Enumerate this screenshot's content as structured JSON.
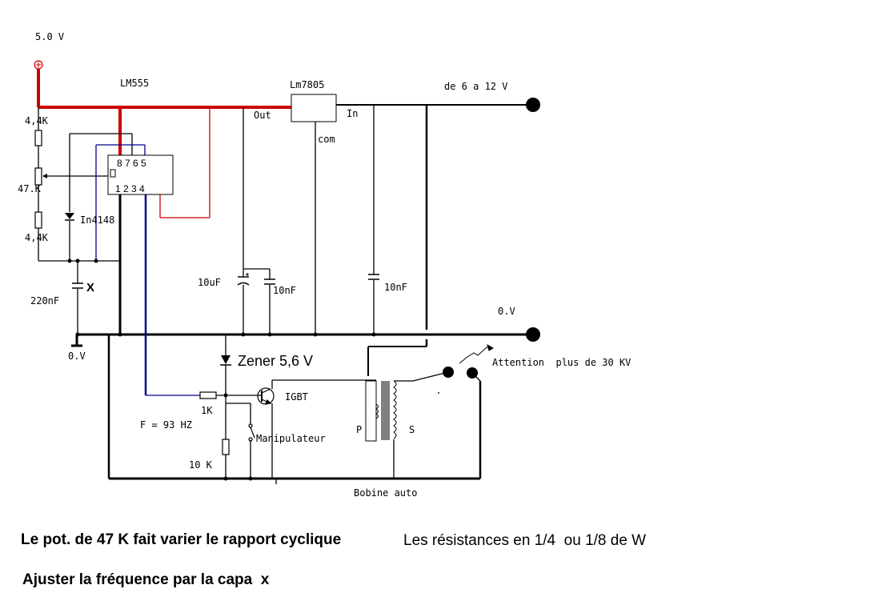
{
  "labels": {
    "supply_5v": "5.0 V",
    "plus_symbol": "⊕",
    "lm555": "LM555",
    "lm7805": "Lm7805",
    "out": "Out",
    "in": "In",
    "com": "com",
    "input_voltage": "de 6 a 12 V",
    "r_top": "4,4K",
    "pot": "47.K",
    "r_bottom": "4,4K",
    "diode": "In4148",
    "cap_x": "X",
    "cap_220": "220nF",
    "cap_10uf": "10uF",
    "cap_10nf_a": "10nF",
    "cap_10nf_b": "10nF",
    "zero_v_left": "0.V",
    "zero_v_right": "0.V",
    "zener": "Zener 5,6 V",
    "igbt": "IGBT",
    "r_1k": "1K",
    "freq": "F = 93 HZ",
    "manipulateur": "Manipulateur",
    "r_10k": "10 K",
    "primary": "P",
    "secondary": "S",
    "bobine": "Bobine auto",
    "attention": "Attention  plus de 30 KV",
    "pins_top": "8 7 6 5",
    "pins_bottom": "1 2 3 4"
  },
  "notes": {
    "pot_note": "Le pot. de 47 K fait varier le rapport cyclique",
    "resistors_note": "Les résistances en 1/4  ou 1/8 de W",
    "freq_note": "Ajuster la fréquence par la capa  x"
  },
  "colors": {
    "wire": "#000000",
    "supply": "#cc0000",
    "signal": "#00008b",
    "coil_core": "#808080"
  }
}
